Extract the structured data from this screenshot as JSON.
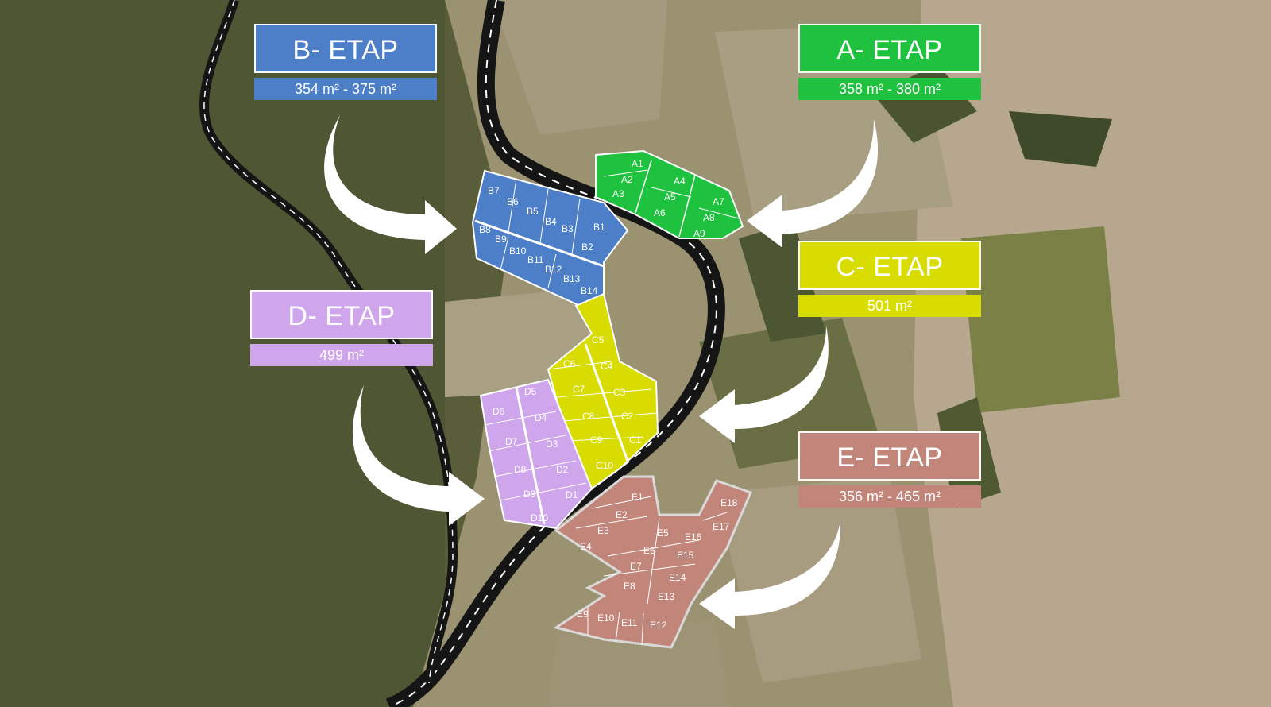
{
  "colors": {
    "stage_a": "#1fc23e",
    "stage_b": "#4d7ec8",
    "stage_c": "#d8dc00",
    "stage_d": "#cfa6ec",
    "stage_e": "#c2857a",
    "road": "#151515",
    "road_marking": "#ffffff"
  },
  "stages": {
    "a": {
      "title": "A- ETAP",
      "area": "358 m² -  380 m²"
    },
    "b": {
      "title": "B- ETAP",
      "area": "354 m² -  375 m²"
    },
    "c": {
      "title": "C- ETAP",
      "area": "501 m²"
    },
    "d": {
      "title": "D- ETAP",
      "area": "499 m²"
    },
    "e": {
      "title": "E- ETAP",
      "area": "356 m² -  465 m²"
    }
  },
  "lots": {
    "a": [
      "A1",
      "A2",
      "A3",
      "A4",
      "A5",
      "A6",
      "A7",
      "A8",
      "A9"
    ],
    "b": [
      "B1",
      "B2",
      "B3",
      "B4",
      "B5",
      "B6",
      "B7",
      "B8",
      "B9",
      "B10",
      "B11",
      "B12",
      "B13",
      "B14"
    ],
    "c": [
      "C1",
      "C2",
      "C3",
      "C4",
      "C5",
      "C6",
      "C7",
      "C8",
      "C9",
      "C10"
    ],
    "d": [
      "D1",
      "D2",
      "D3",
      "D4",
      "D5",
      "D6",
      "D7",
      "D8",
      "D9",
      "D10"
    ],
    "e": [
      "E1",
      "E2",
      "E3",
      "E4",
      "E5",
      "E6",
      "E7",
      "E8",
      "E9",
      "E10",
      "E11",
      "E12",
      "E13",
      "E14",
      "E15",
      "E16",
      "E17",
      "E18"
    ]
  }
}
